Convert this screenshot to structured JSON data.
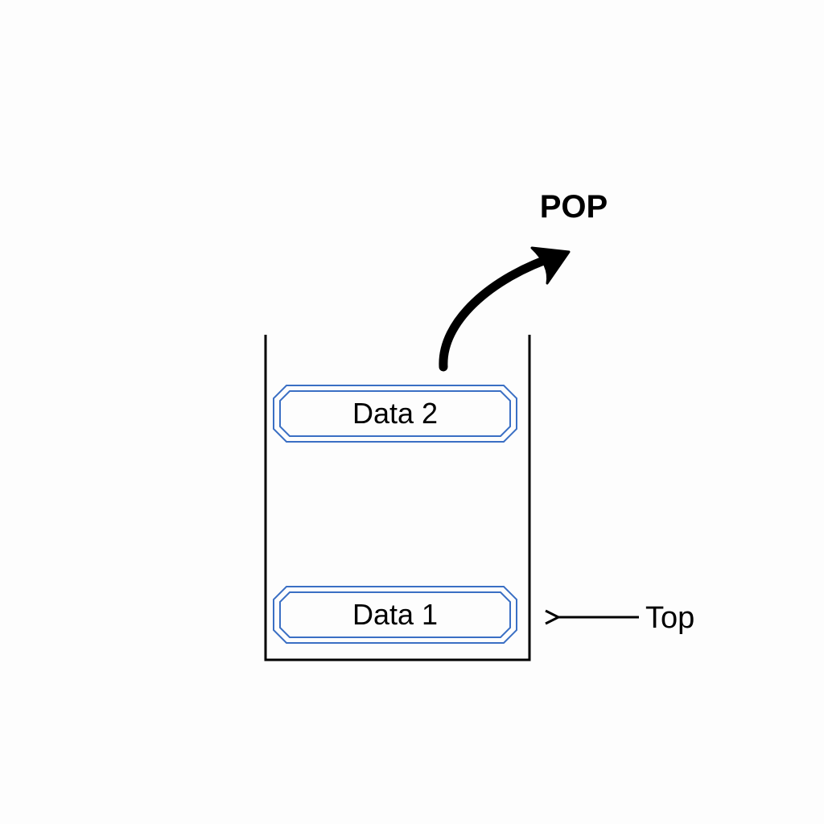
{
  "diagram": {
    "operation_label": "POP",
    "pointer_label": "Top",
    "items": [
      {
        "label": "Data 2"
      },
      {
        "label": "Data 1"
      }
    ]
  },
  "colors": {
    "background": "#fdfdfd",
    "ink": "#000000",
    "item_border": "#3a6fc4"
  }
}
